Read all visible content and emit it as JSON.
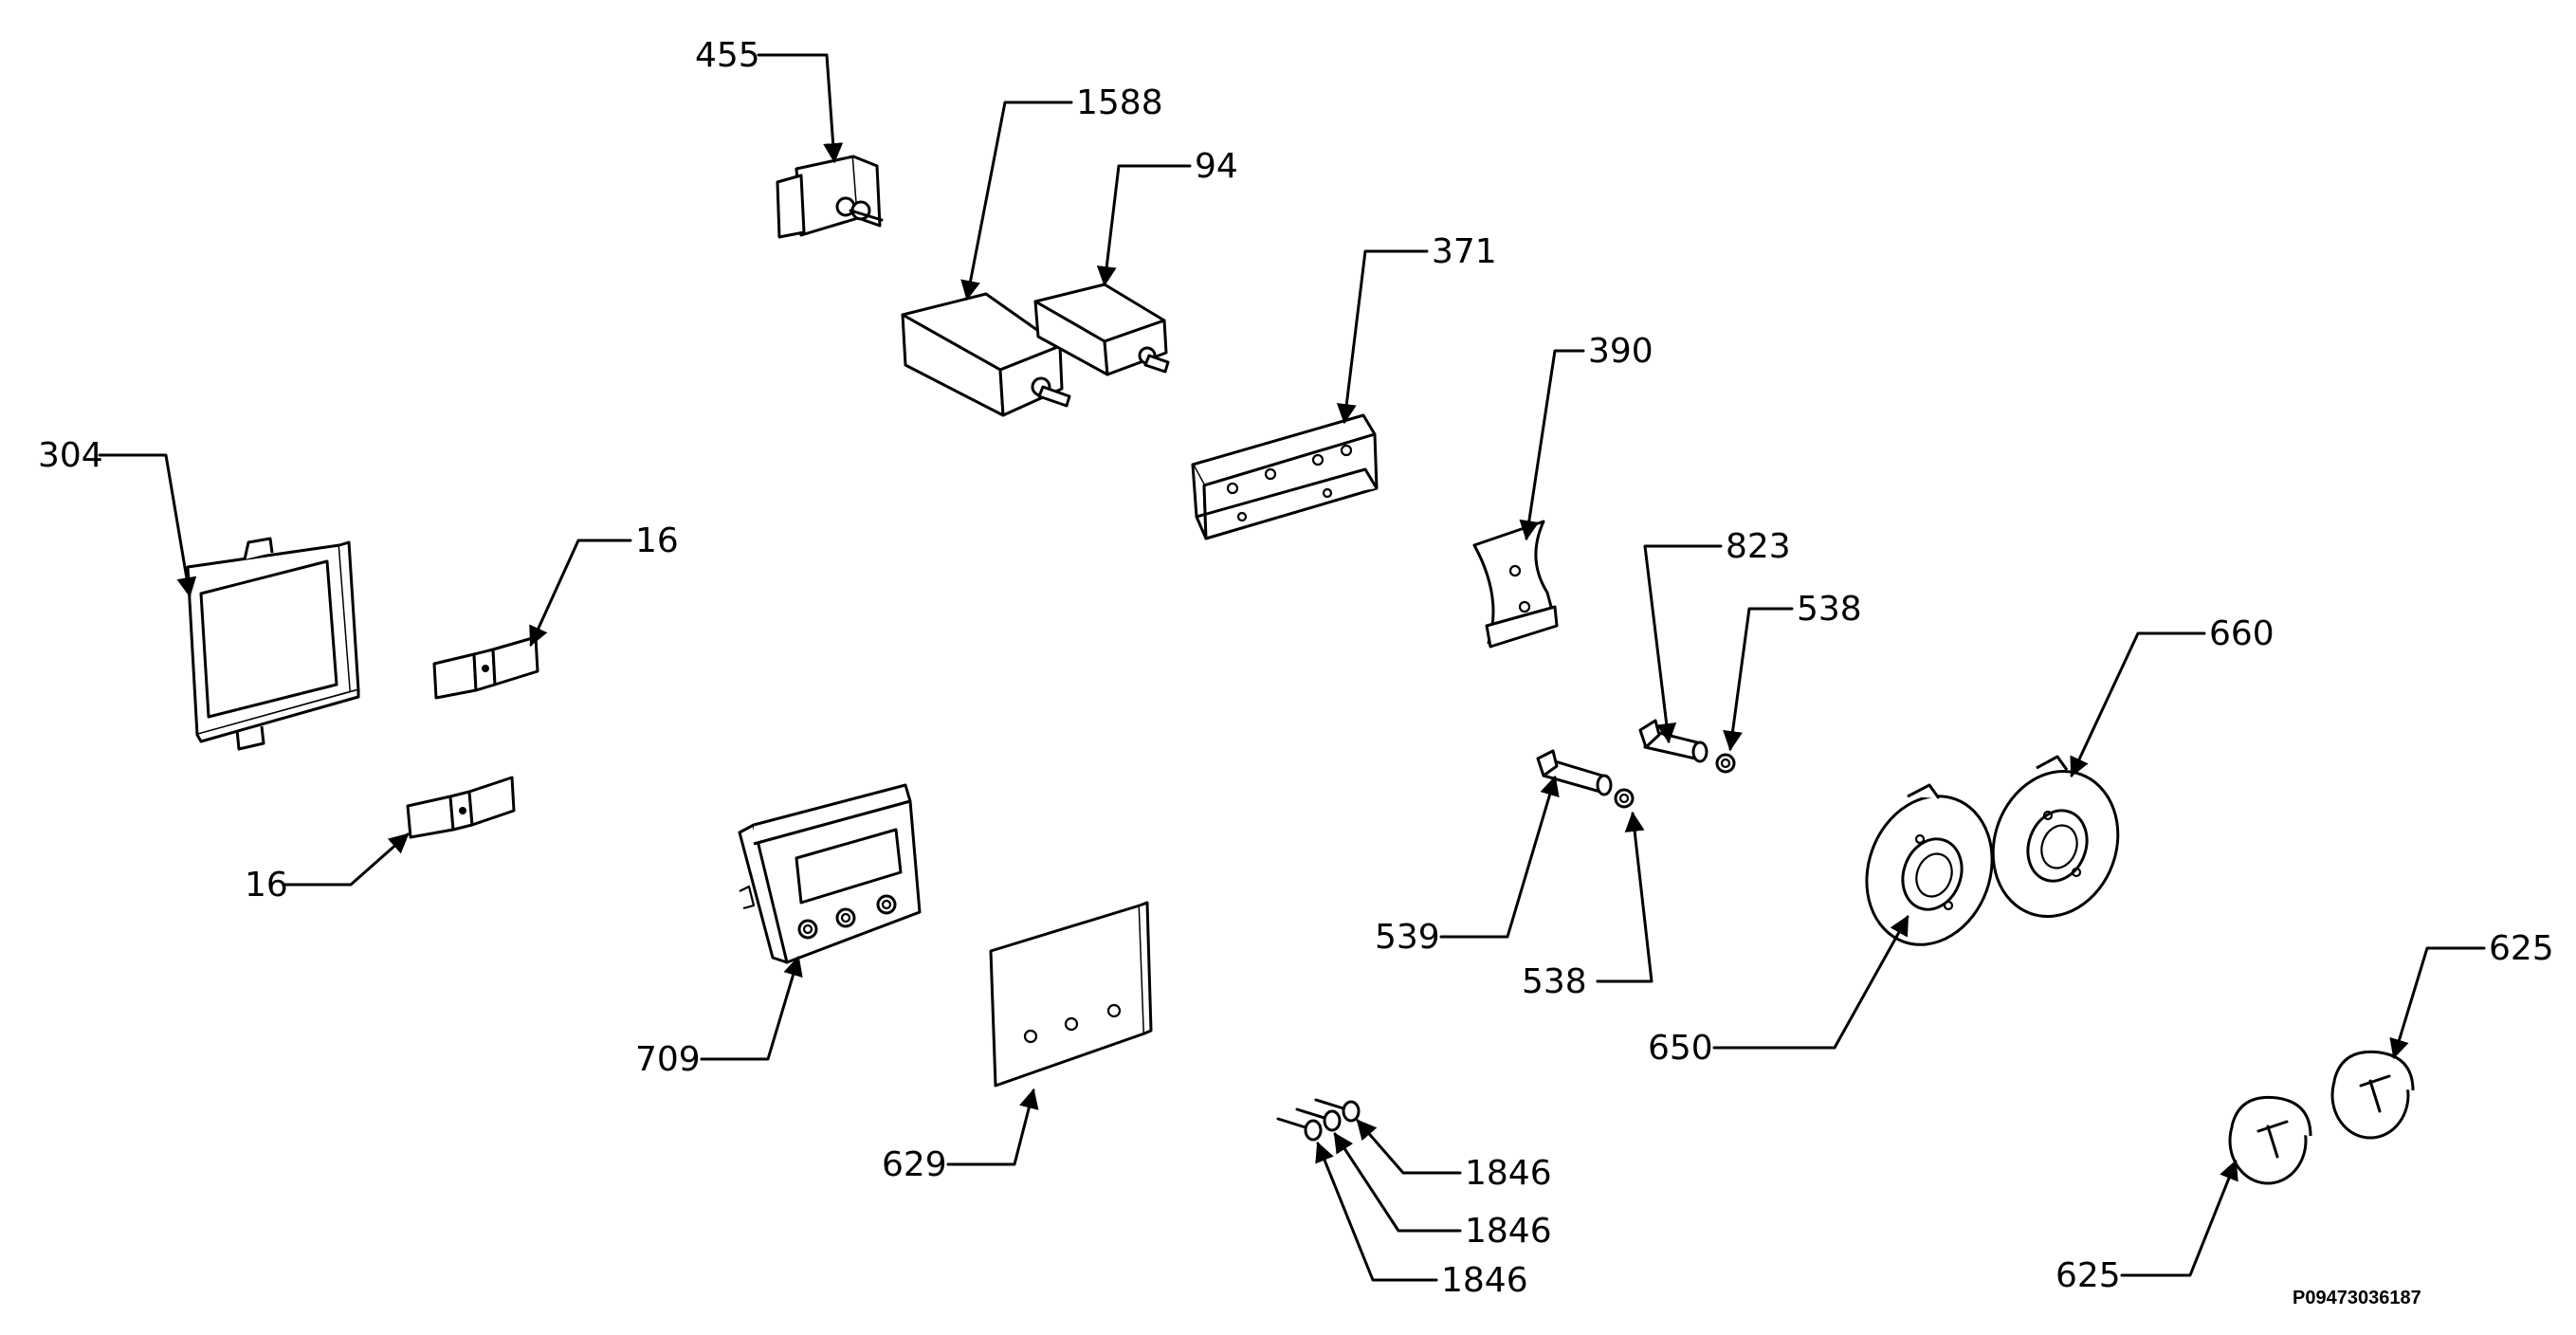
{
  "diagram": {
    "labels": {
      "p455": "455",
      "p1588": "1588",
      "p94": "94",
      "p371": "371",
      "p390": "390",
      "p304": "304",
      "p16a": "16",
      "p16b": "16",
      "p823": "823",
      "p538a": "538",
      "p660": "660",
      "p539": "539",
      "p538b": "538",
      "p709": "709",
      "p650": "650",
      "p625a": "625",
      "p629": "629",
      "p1846a": "1846",
      "p1846b": "1846",
      "p1846c": "1846",
      "p625b": "625"
    },
    "drawing_code": "P09473036187"
  }
}
